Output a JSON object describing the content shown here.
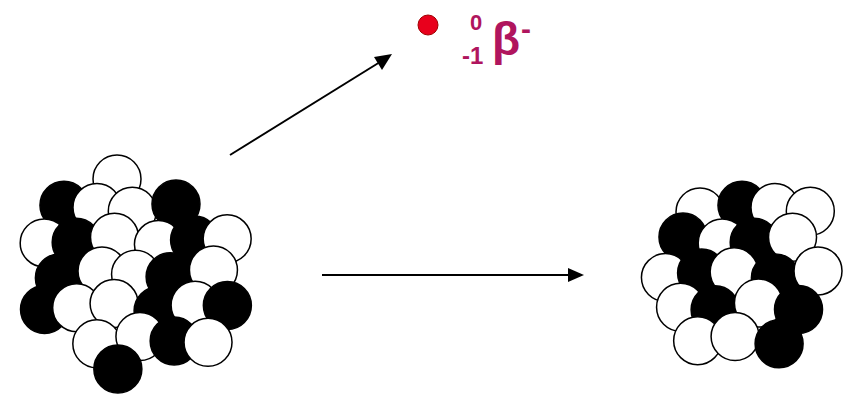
{
  "diagram": {
    "labels": [
      "0",
      "-1",
      "β",
      "-"
    ]
  }
}
